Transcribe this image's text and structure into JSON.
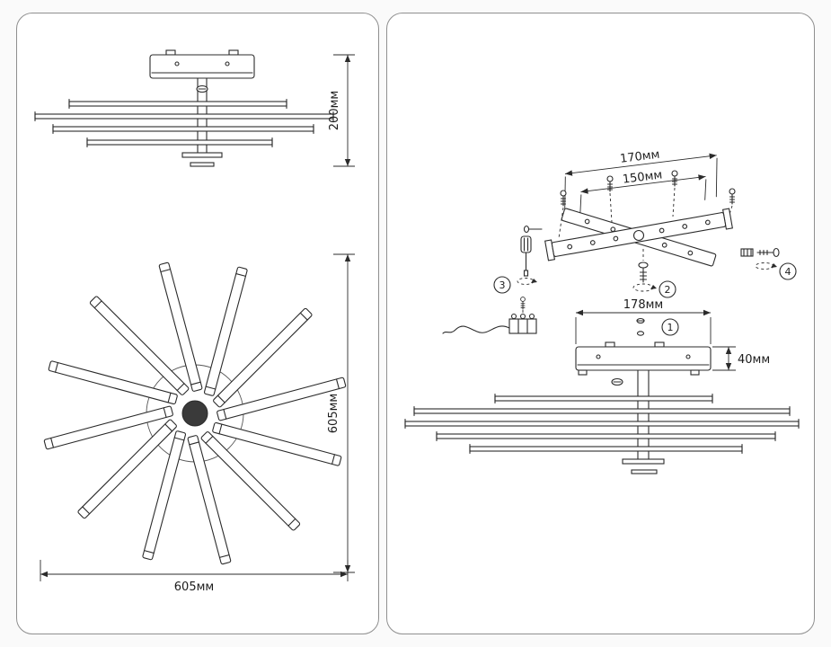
{
  "colors": {
    "line": "#2b2b2b",
    "panel_border": "#8f8f8f",
    "background": "#fafafa"
  },
  "panel_left": {
    "dim_side_height": "200мм",
    "dim_top_height": "605мм",
    "dim_top_width": "605мм"
  },
  "panel_right": {
    "dim_bracket_outer": "170мм",
    "dim_bracket_inner": "150мм",
    "dim_canopy_width": "178мм",
    "dim_canopy_height": "40мм",
    "steps": [
      "1",
      "2",
      "3",
      "4"
    ]
  }
}
